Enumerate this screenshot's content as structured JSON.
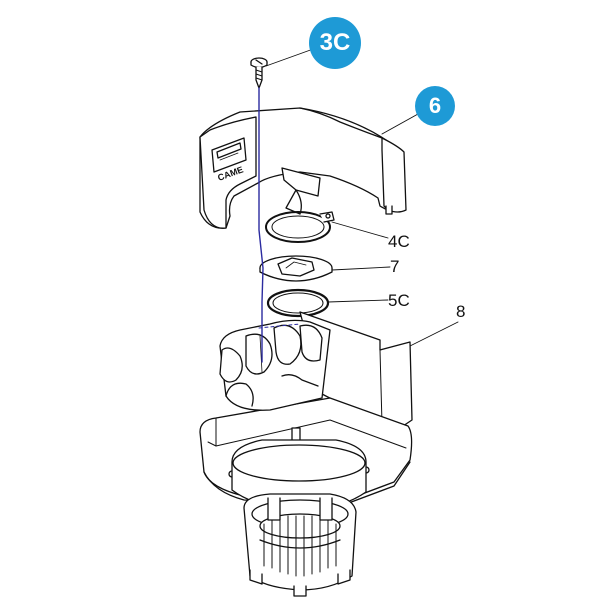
{
  "callouts": {
    "screw": "3C",
    "cover": "6"
  },
  "part_labels": {
    "circlip": "4C",
    "washer": "7",
    "ring": "5C",
    "body": "8"
  },
  "logo": "CAME",
  "colors": {
    "badge": "#1e9ad6",
    "axis_line": "#2b2ba0",
    "outline": "#111111"
  }
}
